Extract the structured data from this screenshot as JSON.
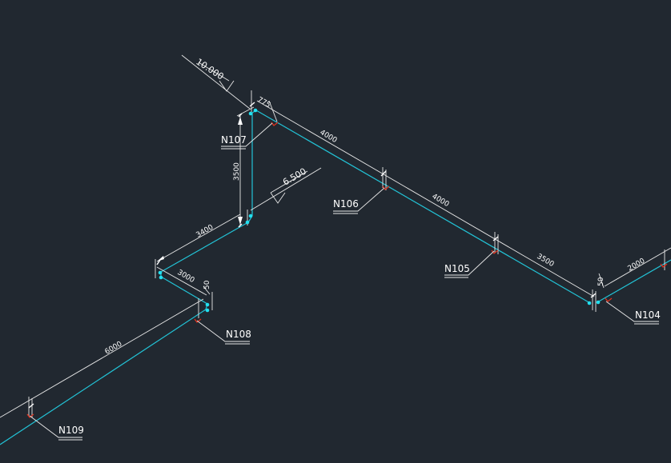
{
  "colors": {
    "background": "#212830",
    "pipe": "#22c3d6",
    "dimension": "#ffffff",
    "node_marker": "#e0321e",
    "node_point": "#22e0f0"
  },
  "elevations": [
    {
      "id": "elev-top",
      "label": "10.000"
    },
    {
      "id": "elev-mid",
      "label": "6.500"
    }
  ],
  "dimensions": [
    {
      "id": "dim-775",
      "label": "775"
    },
    {
      "id": "dim-4000a",
      "label": "4000"
    },
    {
      "id": "dim-4000b",
      "label": "4000"
    },
    {
      "id": "dim-3500-diag",
      "label": "3500"
    },
    {
      "id": "dim-3500-vert",
      "label": "3500"
    },
    {
      "id": "dim-3400",
      "label": "3400"
    },
    {
      "id": "dim-3000",
      "label": "3000"
    },
    {
      "id": "dim-6000",
      "label": "6000"
    },
    {
      "id": "dim-2000",
      "label": "2000"
    },
    {
      "id": "dim-small-n108",
      "label": "50"
    },
    {
      "id": "dim-small-n104",
      "label": "50"
    }
  ],
  "nodes": [
    {
      "id": "N107",
      "label": "N107"
    },
    {
      "id": "N106",
      "label": "N106"
    },
    {
      "id": "N105",
      "label": "N105"
    },
    {
      "id": "N104",
      "label": "N104"
    },
    {
      "id": "N108",
      "label": "N108"
    },
    {
      "id": "N109",
      "label": "N109"
    }
  ]
}
